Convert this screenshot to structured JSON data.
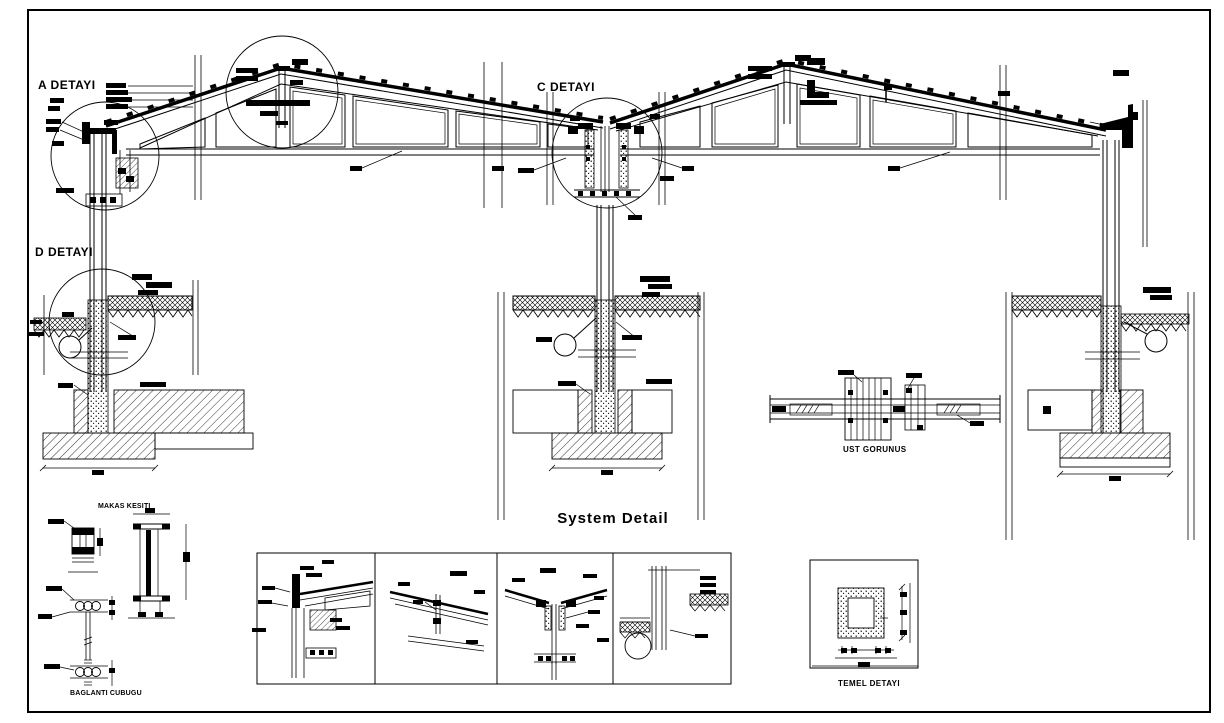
{
  "title": "System Detail",
  "detail_labels": {
    "a": "A DETAYI",
    "c": "C DETAYI",
    "d": "D DETAYI"
  },
  "sub_drawings": {
    "top_view": "UST GORUNUS",
    "foundation_detail": "TEMEL DETAYI",
    "truss_section": "MAKAS KESITI",
    "connection_rod": "BAGLANTI CUBUGU"
  },
  "colors": {
    "ink": "#000000",
    "paper": "#ffffff"
  }
}
